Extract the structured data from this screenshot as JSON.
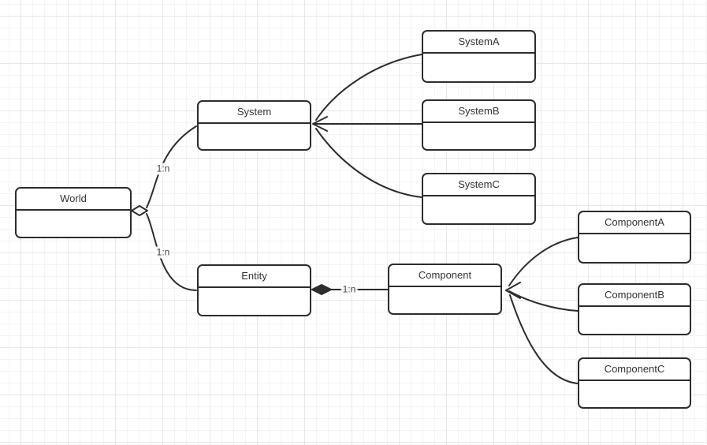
{
  "diagram": {
    "type": "uml-class-diagram",
    "topic": "Entity Component System architecture",
    "nodes": {
      "world": {
        "label": "World"
      },
      "system": {
        "label": "System"
      },
      "entity": {
        "label": "Entity"
      },
      "component": {
        "label": "Component"
      },
      "systemA": {
        "label": "SystemA"
      },
      "systemB": {
        "label": "SystemB"
      },
      "systemC": {
        "label": "SystemC"
      },
      "componentA": {
        "label": "ComponentA"
      },
      "componentB": {
        "label": "ComponentB"
      },
      "componentC": {
        "label": "ComponentC"
      }
    },
    "edges": {
      "world_system": {
        "from": "World",
        "to": "System",
        "label": "1:n",
        "source_marker": "hollow-diamond"
      },
      "world_entity": {
        "from": "World",
        "to": "Entity",
        "label": "1:n",
        "source_marker": "hollow-diamond"
      },
      "entity_component": {
        "from": "Entity",
        "to": "Component",
        "label": "1:n",
        "source_marker": "filled-diamond",
        "target_marker": "open-arrow"
      },
      "systemA_system": {
        "from": "SystemA",
        "to": "System",
        "target_marker": "open-arrow"
      },
      "systemB_system": {
        "from": "SystemB",
        "to": "System",
        "target_marker": "open-arrow"
      },
      "systemC_system": {
        "from": "SystemC",
        "to": "System",
        "target_marker": "open-arrow"
      },
      "componentA_component": {
        "from": "ComponentA",
        "to": "Component",
        "target_marker": "open-arrow"
      },
      "componentB_component": {
        "from": "ComponentB",
        "to": "Component",
        "target_marker": "open-arrow"
      },
      "componentC_component": {
        "from": "ComponentC",
        "to": "Component",
        "target_marker": "open-arrow"
      }
    },
    "colors": {
      "stroke": "#2d2d2d",
      "node_fill": "#ffffff",
      "text": "#333333",
      "background": "#ffffff",
      "grid_minor": "#f4f4f4",
      "grid_major": "#e8e8e8"
    }
  }
}
